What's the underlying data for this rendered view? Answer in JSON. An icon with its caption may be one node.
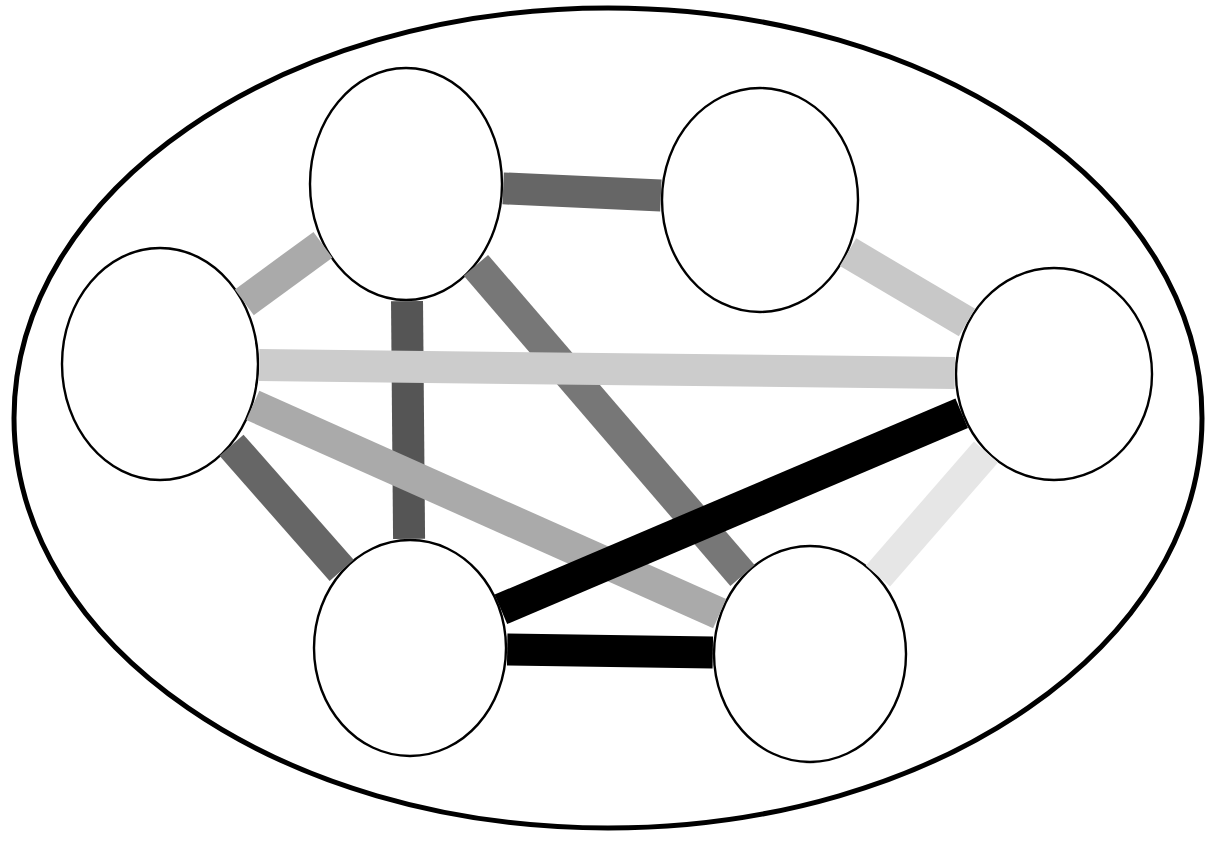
{
  "diagram": {
    "nodes": [
      {
        "text": [],
        "shape": "ellipse"
      },
      {
        "text": [],
        "shape": "ellipse",
        "in": 0
      },
      {
        "text": [],
        "shape": "ellipse",
        "in": 0
      },
      {
        "text": [],
        "shape": "ellipse",
        "in": 0
      },
      {
        "text": [],
        "shape": "ellipse",
        "in": 0
      },
      {
        "text": [],
        "shape": "ellipse",
        "in": 0
      },
      {
        "text": [],
        "shape": "ellipse",
        "in": 0
      }
    ],
    "edges": [
      {
        "from": 1,
        "to": 2,
        "arrow": "none",
        "color": "#666666"
      },
      {
        "from": 1,
        "to": 3,
        "arrow": "none",
        "color": "#aaaaaa"
      },
      {
        "from": 1,
        "to": 5,
        "arrow": "none",
        "color": "#555555"
      },
      {
        "from": 1,
        "to": 6,
        "arrow": "none",
        "color": "#777777"
      },
      {
        "from": 2,
        "to": 4,
        "arrow": "none",
        "color": "#c8c8c8"
      },
      {
        "from": 3,
        "to": 4,
        "arrow": "none",
        "color": "#cccccc"
      },
      {
        "from": 3,
        "to": 5,
        "arrow": "none",
        "color": "#666666"
      },
      {
        "from": 3,
        "to": 6,
        "arrow": "none",
        "color": "#aaaaaa"
      },
      {
        "from": 4,
        "to": 5,
        "arrow": "none",
        "color": "#000000"
      },
      {
        "from": 4,
        "to": 6,
        "arrow": "none",
        "color": "#e6e6e6"
      },
      {
        "from": 5,
        "to": 6,
        "arrow": "none",
        "color": "#000000"
      }
    ]
  }
}
